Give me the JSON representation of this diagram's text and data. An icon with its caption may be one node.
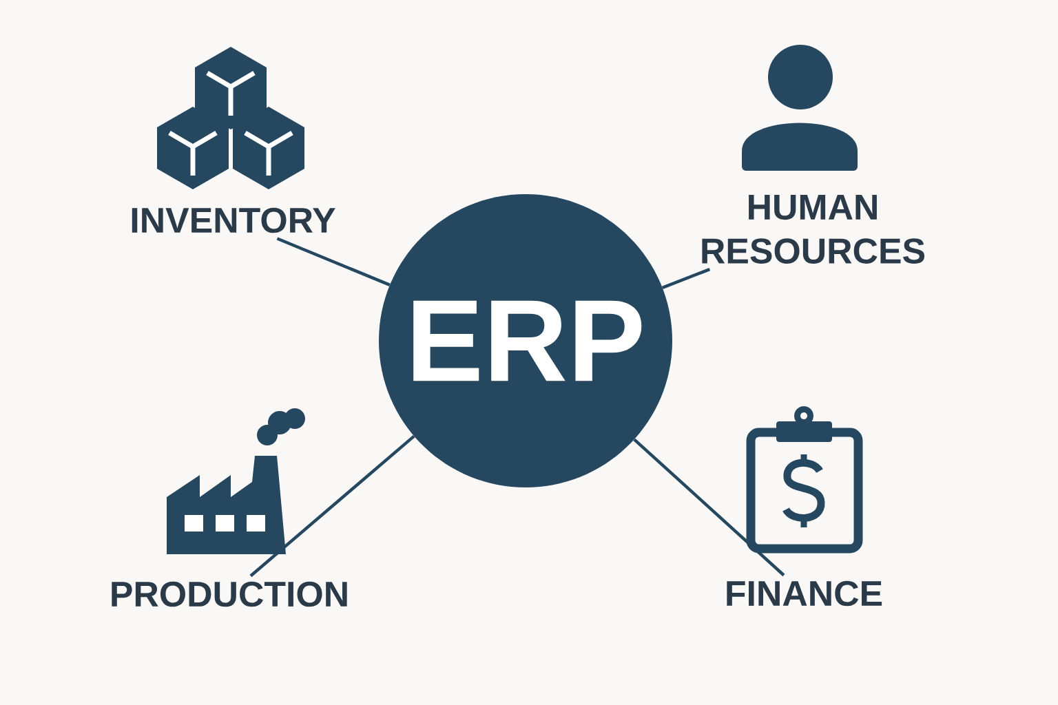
{
  "diagram": {
    "nodes": [
      {
        "text": [
          "ERP"
        ]
      },
      {
        "text": [
          "INVENTORY"
        ]
      },
      {
        "text": [
          "HUMAN RESOURCES"
        ]
      },
      {
        "text": [
          "PRODUCTION"
        ]
      },
      {
        "text": [
          "FINANCE"
        ]
      }
    ],
    "edges": [
      {
        "from": 0,
        "to": 1,
        "arrow": "none"
      },
      {
        "from": 0,
        "to": 2,
        "arrow": "none"
      },
      {
        "from": 0,
        "to": 3,
        "arrow": "none"
      },
      {
        "from": 0,
        "to": 4,
        "arrow": "none"
      }
    ]
  }
}
